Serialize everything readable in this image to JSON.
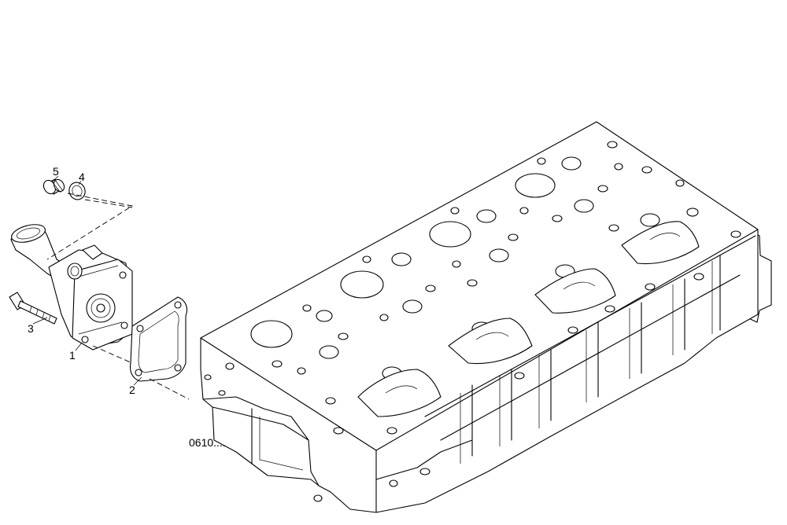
{
  "diagram": {
    "labels": {
      "part_1": "1",
      "part_2": "2",
      "part_3": "3",
      "part_4": "4",
      "part_5": "5",
      "reference": "0610...."
    }
  }
}
